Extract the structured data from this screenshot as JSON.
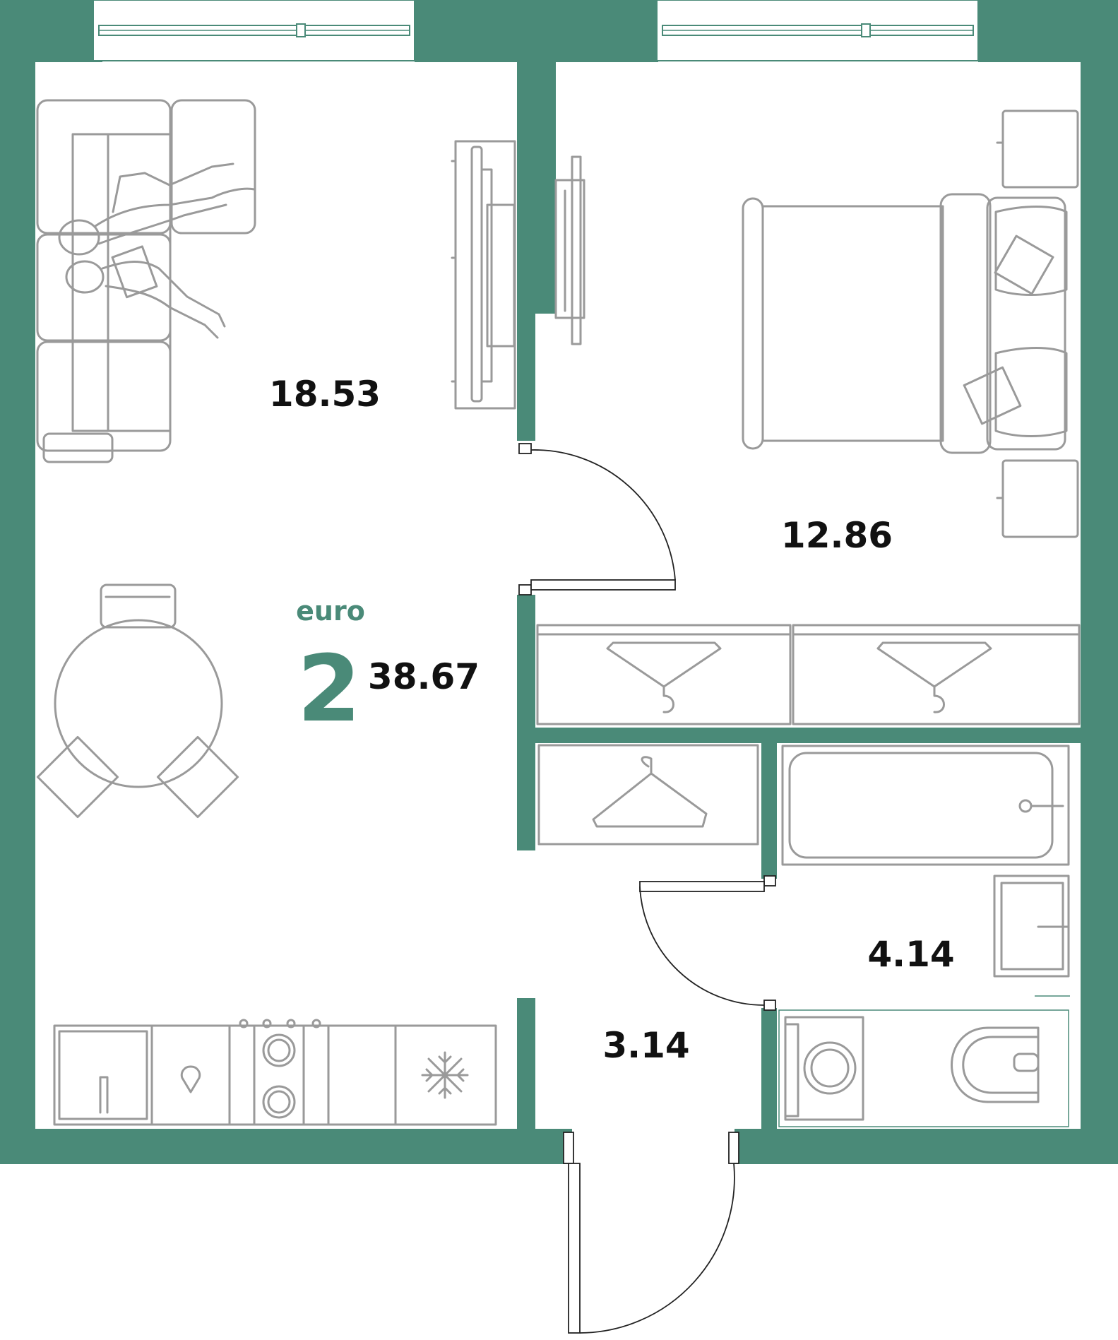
{
  "plan": {
    "type_label": "euro",
    "rooms_count": "2",
    "total_area": "38.67",
    "rooms": [
      {
        "name": "living-kitchen",
        "area": "18.53"
      },
      {
        "name": "bedroom",
        "area": "12.86"
      },
      {
        "name": "bathroom",
        "area": "4.14"
      },
      {
        "name": "hallway",
        "area": "3.14"
      }
    ]
  },
  "colors": {
    "wall": "#4a8a78",
    "accent": "#4a8a78",
    "furniture": "#9a9a9a",
    "text": "#111111",
    "window": "#4a8a78"
  },
  "icons": [
    "sofa-icon",
    "people-icon",
    "tv-stand-icon",
    "bed-icon",
    "nightstand-icon",
    "wardrobe-icon",
    "hanger-icon",
    "bathtub-icon",
    "sink-icon",
    "toilet-icon",
    "washing-machine-icon",
    "dining-table-icon",
    "chair-icon",
    "kitchen-sink-icon",
    "stove-icon",
    "refrigerator-icon",
    "snowflake-icon",
    "door-icon",
    "window-icon"
  ]
}
